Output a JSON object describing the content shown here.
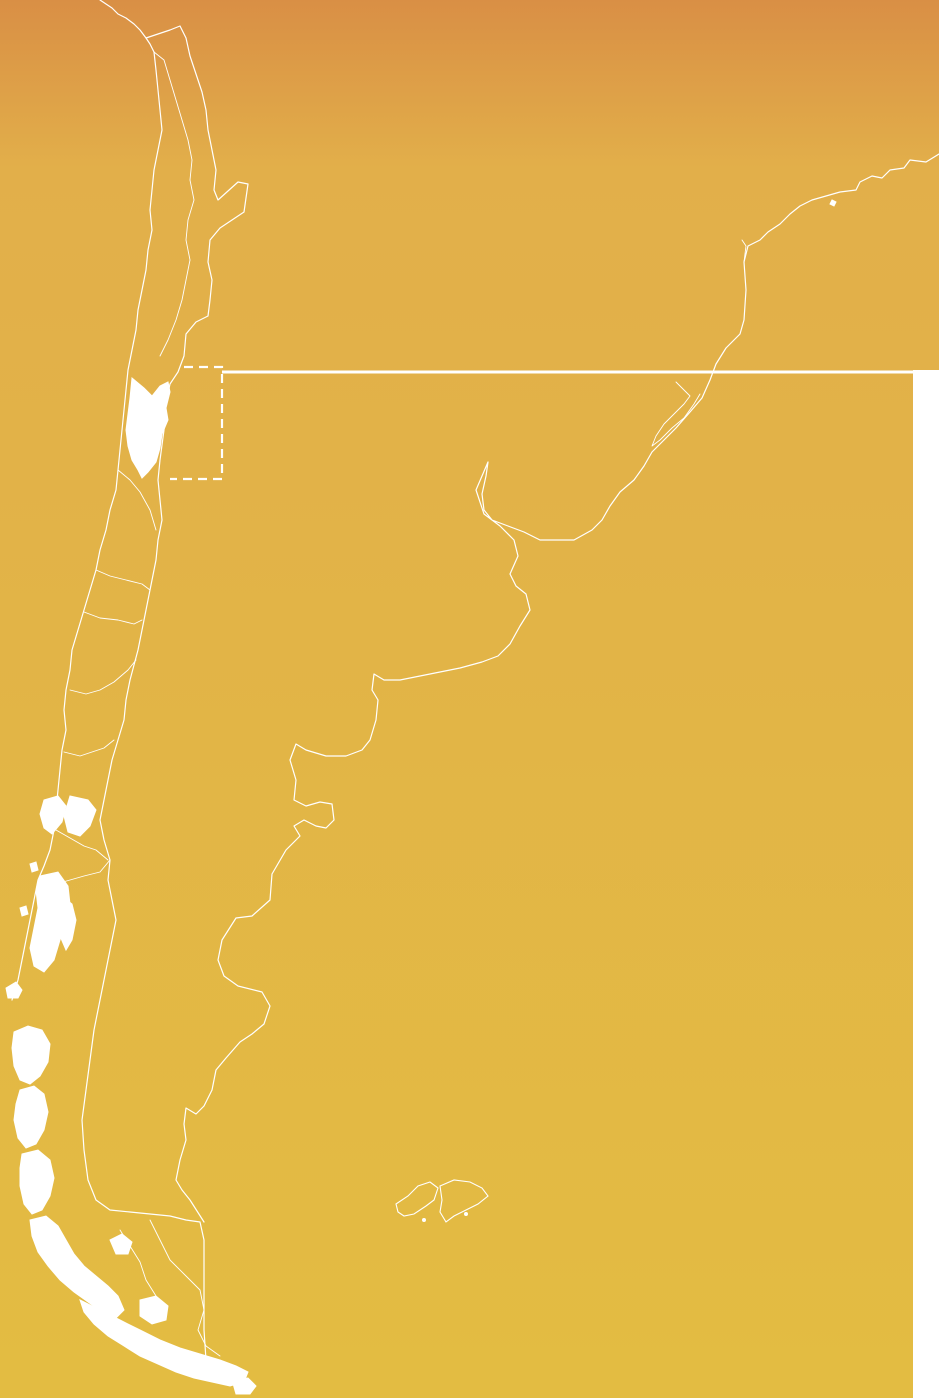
{
  "map": {
    "colors": {
      "gradient_top": "#d98f45",
      "gradient_mid": "#e2af4a",
      "gradient_bottom": "#e3bc42",
      "lines": "#ffffff",
      "highlight_region": "#ffffff",
      "margin": "#ffffff"
    },
    "highlighted_region": "central-chile-region",
    "inset_marker": "dashed-rectangle",
    "connector": "callout-line"
  }
}
